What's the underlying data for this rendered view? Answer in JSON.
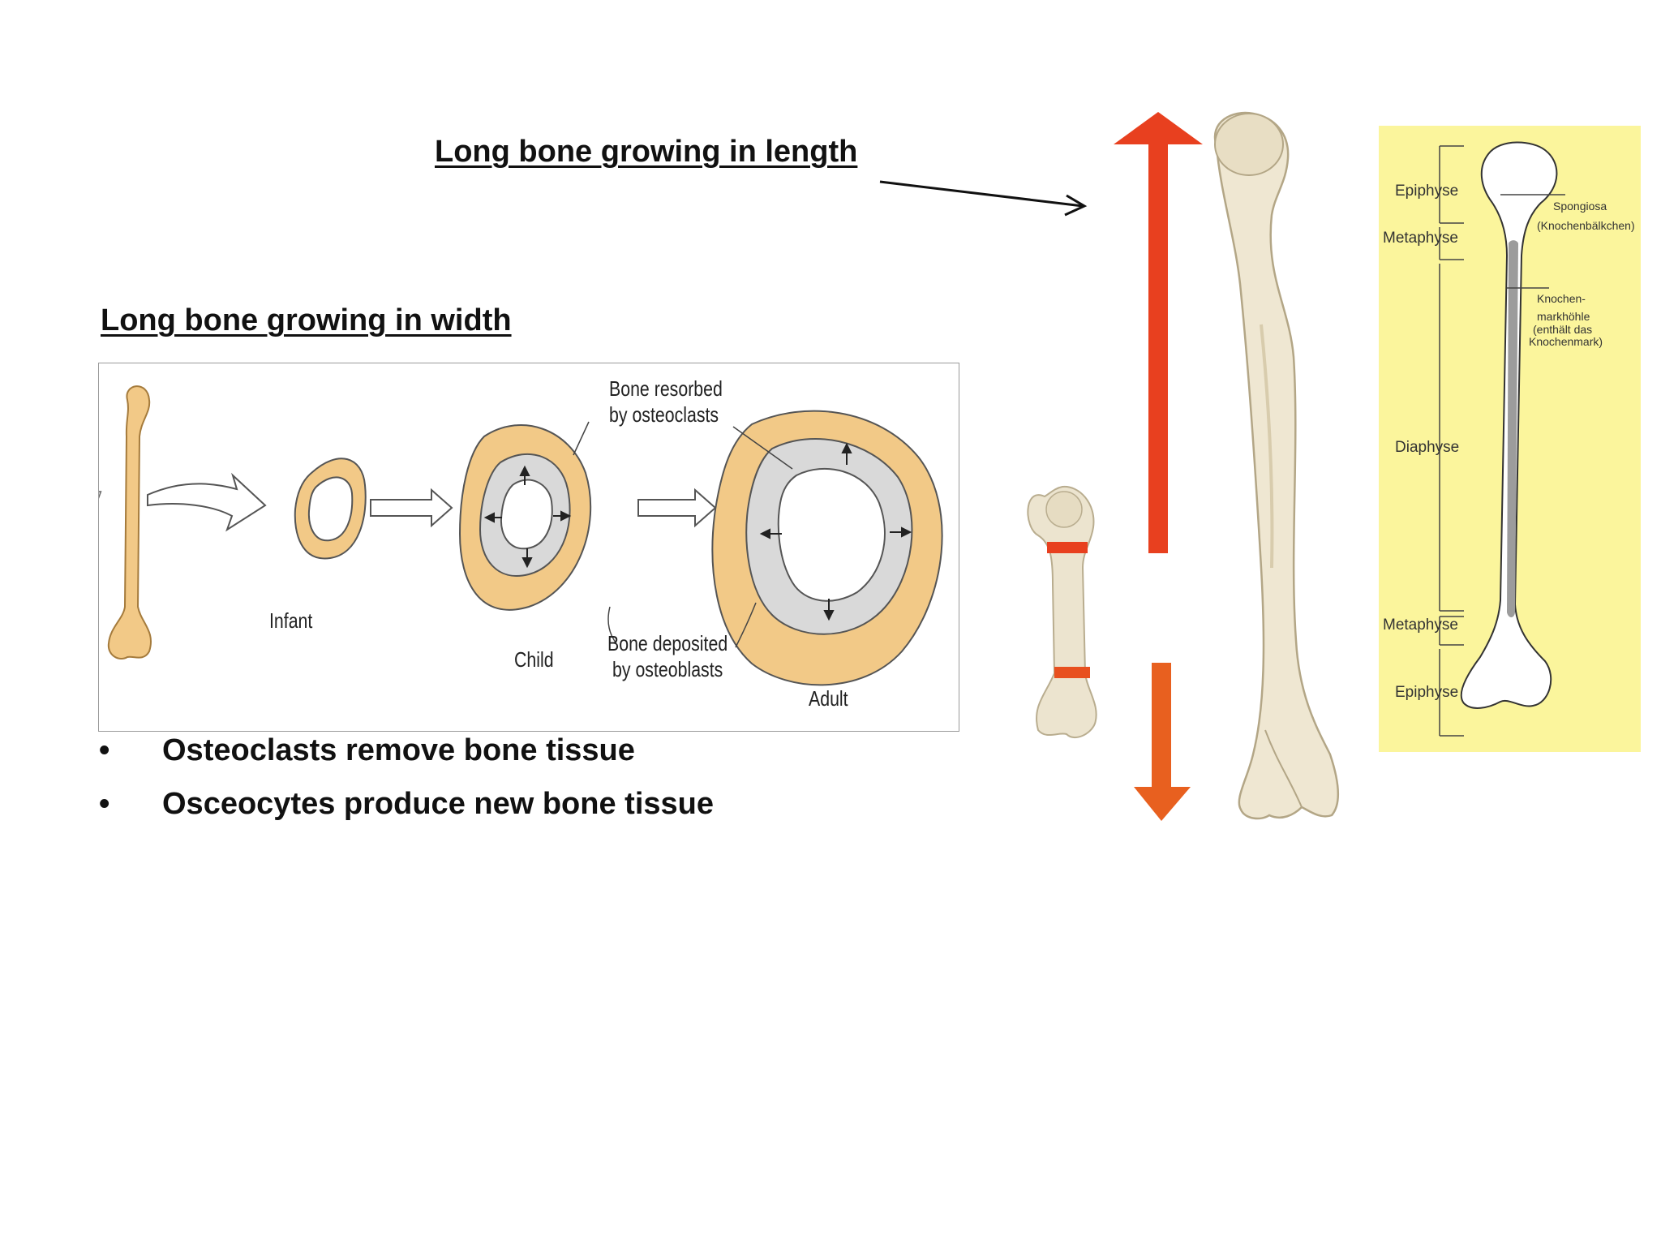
{
  "headings": {
    "length": "Long bone growing in length",
    "width": "Long bone growing in width"
  },
  "width_diagram": {
    "labels": {
      "infant": "Infant",
      "child": "Child",
      "adult": "Adult",
      "resorbed_line1": "Bone resorbed",
      "resorbed_line2": "by osteoclasts",
      "deposited_line1": "Bone deposited",
      "deposited_line2": "by osteoblasts"
    }
  },
  "bullets": [
    {
      "marker": "•",
      "text": "Osteoclasts remove bone tissue"
    },
    {
      "marker": "•",
      "text": "Osceocytes produce new bone tissue"
    }
  ],
  "bone_section": {
    "labels": {
      "epiphyse_top": "Epiphyse",
      "metaphyse_top": "Metaphyse",
      "diaphyse": "Diaphyse",
      "metaphyse_bottom": "Metaphyse",
      "epiphyse_bottom": "Epiphyse",
      "spongiosa_1": "Spongiosa",
      "spongiosa_2": "(Knochenbälkchen)",
      "markhoehle_1": "Knochen-",
      "markhoehle_2": "markhöhle",
      "markhoehle_3": "(enthält das",
      "markhoehle_4": "Knochenmark)"
    }
  },
  "colors": {
    "bone_tan": "#f2c987",
    "bone_gray": "#dcdcdc",
    "growth_arrow": "#e8401f",
    "panel_yellow": "#fbf59c"
  }
}
